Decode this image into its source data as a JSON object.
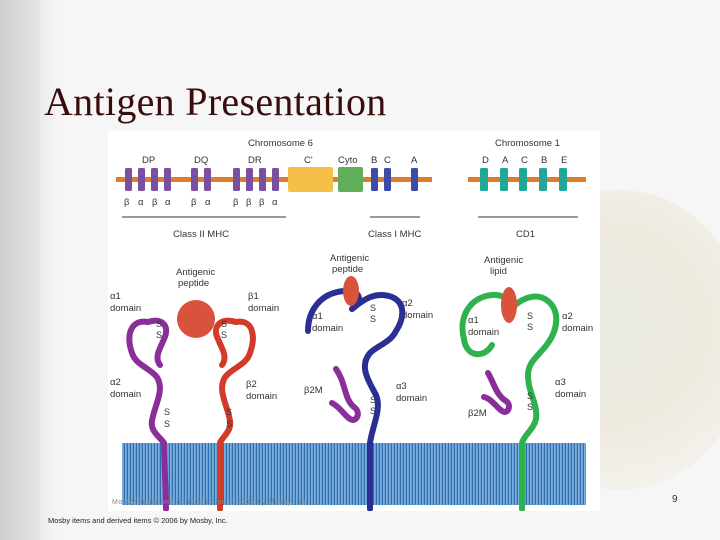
{
  "slide": {
    "title": "Antigen Presentation",
    "page_number": "9",
    "footer": "Mosby items and derived items © 2006 by Mosby, Inc."
  },
  "figure": {
    "credit": "Mosby items and derived items © 2006 by Mosby, Inc",
    "chromosome6": {
      "label": "Chromosome 6",
      "genes": [
        "DP",
        "DQ",
        "DR",
        "C'",
        "Cyto",
        "B",
        "C",
        "A"
      ],
      "chains": [
        "β",
        "α",
        "β",
        "α",
        "β",
        "α",
        "β",
        "β",
        "β",
        "α"
      ],
      "classII_label": "Class II MHC",
      "classI_label": "Class I MHC"
    },
    "chromosome1": {
      "label": "Chromosome 1",
      "genes": [
        "D",
        "A",
        "C",
        "B",
        "E"
      ],
      "cd1_label": "CD1"
    },
    "classII": {
      "antigen_label": [
        "Antigenic",
        "peptide"
      ],
      "a1": [
        "α1",
        "domain"
      ],
      "b1": [
        "β1",
        "domain"
      ],
      "a2": [
        "α2",
        "domain"
      ],
      "b2": [
        "β2",
        "domain"
      ]
    },
    "classI": {
      "antigen_label": [
        "Antigenic",
        "peptide"
      ],
      "a1": [
        "α1",
        "domain"
      ],
      "a2": [
        "α2",
        "domain"
      ],
      "a3": [
        "α3",
        "domain"
      ],
      "b2m": "β2M"
    },
    "cd1": {
      "antigen_label": [
        "Antigenic",
        "lipid"
      ],
      "a1": [
        "α1",
        "domain"
      ],
      "a2": [
        "α2",
        "domain"
      ],
      "a3": [
        "α3",
        "domain"
      ],
      "b2m": "β2M"
    },
    "disulfide": "S",
    "colors": {
      "chromosome_bar": "#e07b2a",
      "gene_purple": "#7b4fa0",
      "gene_blue": "#3c4aa8",
      "gene_teal": "#21a69a",
      "complement": "#f5c04a",
      "cyto": "#5fae5a",
      "alpha_purple": "#8a2f9a",
      "beta_red": "#d23a2a",
      "classI_blue": "#2b2f93",
      "cd1_green": "#2eb24e",
      "peptide": "#d9533c",
      "membrane": "#4f8fc8"
    }
  }
}
